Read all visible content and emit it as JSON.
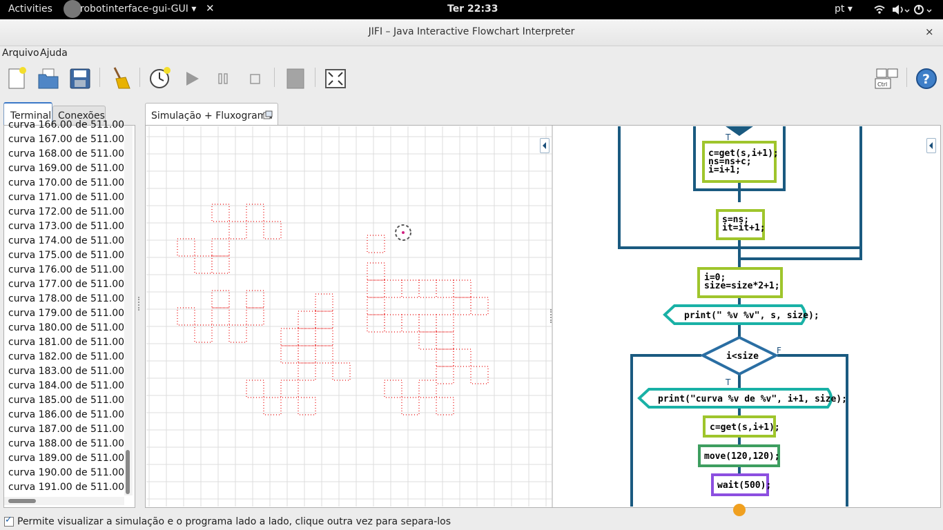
{
  "topbar": {
    "activities": "Activities",
    "app_name": "robotinterface-gui-GUI ▾",
    "app_close": "✕",
    "clock": "Ter 22:33",
    "language": "pt ▾",
    "tray": "▾ 🔈▾ ⏻▾"
  },
  "window": {
    "title": "JIFI – Java Interactive Flowchart Interpreter",
    "close": "×"
  },
  "menu": {
    "file": "Arquivo",
    "help": "Ajuda"
  },
  "toolbar": {
    "icons": [
      "new-file-icon",
      "open-folder-icon",
      "save-icon",
      "broom-icon",
      "timer-icon",
      "play-icon",
      "pause-icon",
      "stop-icon",
      "step-icon",
      "fullscreen-icon",
      "keyboard-shortcut-icon",
      "help-icon"
    ],
    "shortcut_label": "Ctrl",
    "help_label": "?"
  },
  "left_tabs": [
    "Terminal",
    "Conexões"
  ],
  "terminal": {
    "lines": [
      "curva 166.00 de 511.00",
      "curva 167.00 de 511.00",
      "curva 168.00 de 511.00",
      "curva 169.00 de 511.00",
      "curva 170.00 de 511.00",
      "curva 171.00 de 511.00",
      "curva 172.00 de 511.00",
      "curva 173.00 de 511.00",
      "curva 174.00 de 511.00",
      "curva 175.00 de 511.00",
      "curva 176.00 de 511.00",
      "curva 177.00 de 511.00",
      "curva 178.00 de 511.00",
      "curva 179.00 de 511.00",
      "curva 180.00 de 511.00",
      "curva 181.00 de 511.00",
      "curva 182.00 de 511.00",
      "curva 183.00 de 511.00",
      "curva 184.00 de 511.00",
      "curva 185.00 de 511.00",
      "curva 186.00 de 511.00",
      "curva 187.00 de 511.00",
      "curva 188.00 de 511.00",
      "curva 189.00 de 511.00",
      "curva 190.00 de 511.00",
      "curva 191.00 de 511.00"
    ]
  },
  "main_tab": "Simulação + Fluxograma",
  "flowchart": {
    "label_t": "T",
    "label_f": "F",
    "block1": [
      "c=get(s,i+1);",
      "ns=ns+c;",
      "i=i+1;"
    ],
    "block2": [
      "s=ns;",
      "it=it+1;"
    ],
    "block3": [
      "i=0;",
      "size=size*2+1;"
    ],
    "print1": "print(\" %v %v\", s, size);",
    "cond": "i<size",
    "print2": "print(\"curva %v de %v\", i+1, size);",
    "block4": "c=get(s,i+1);",
    "block5": "move(120,120);",
    "block6": "wait(500);"
  },
  "colors": {
    "flow_line": "#1a5a80",
    "block_green": "#9fc52c",
    "io_teal": "#19b1a6",
    "move_green": "#3e9e60",
    "wait_purple": "#8c4fe0",
    "trail_red": "#e80000",
    "grid": "#dcdcdc"
  },
  "status": {
    "checked": true,
    "text": "Permite visualizar a simulação e o programa lado a lado, clique outra vez para separa-los"
  }
}
